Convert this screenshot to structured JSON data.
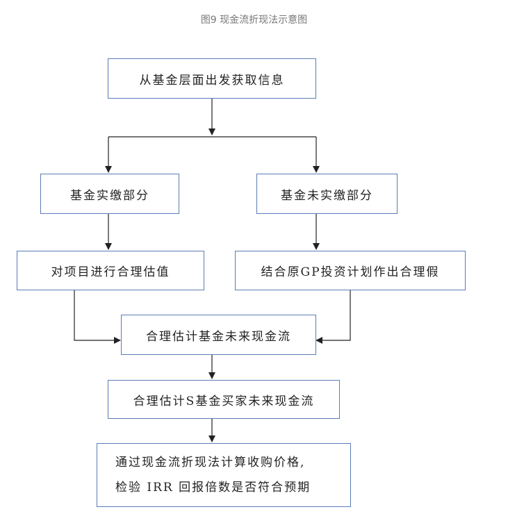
{
  "caption": "图9 现金流折现法示意图",
  "nodes": {
    "start": "从基金层面出发获取信息",
    "paid": "基金实缴部分",
    "unpaid": "基金未实缴部分",
    "valuation": "对项目进行合理估值",
    "assumption": "结合原GP投资计划作出合理假",
    "fund_cf": "合理估计基金未来现金流",
    "buyer_cf": "合理估计S基金买家未来现金流",
    "final_line1": "通过现金流折现法计算收购价格,",
    "final_line2": "检验 IRR 回报倍数是否符合预期"
  }
}
